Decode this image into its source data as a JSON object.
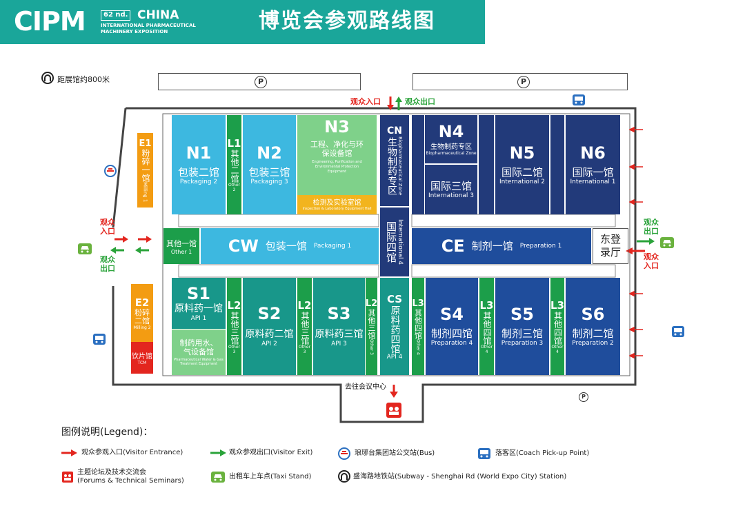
{
  "header": {
    "logo_word": "CIPM",
    "edition": "62 nd.",
    "country": "CHINA",
    "sub1": "INTERNATIONAL PHARMACEUTICAL",
    "sub2": "MACHINERY EXPOSITION",
    "title": "博览会参观路线图"
  },
  "subway_note": "距展馆约800米",
  "parking": "P",
  "entrance_label": "观众入口",
  "exit_label": "观众出口",
  "to_center": "去往会议中心",
  "halls": {
    "e1": {
      "code": "E1",
      "cn": "粉碎一馆",
      "en": "Milling 1"
    },
    "e2": {
      "code": "E2",
      "cn": "粉碎二馆",
      "en": "Milling 2"
    },
    "tcm": {
      "cn": "饮片馆",
      "en": "TCM"
    },
    "n1": {
      "code": "N1",
      "cn": "包装二馆",
      "en": "Packaging 2"
    },
    "l1": {
      "code": "L1",
      "cn": "其他二馆",
      "en": "Other 2"
    },
    "n2": {
      "code": "N2",
      "cn": "包装三馆",
      "en": "Packaging 3"
    },
    "n3": {
      "code": "N3",
      "cn": "工程、净化与环保设备馆",
      "en": "Engineering, Purification and Environmental Protection Equipment",
      "lab_cn": "检测及实验室馆",
      "lab_en": "Inspection & Laboratory Equipment Hall"
    },
    "cn": {
      "code": "CN",
      "cn": "生物制药专区",
      "en": "Biopharmaceutical Zone"
    },
    "n4": {
      "code": "N4",
      "cn": "生物制药专区",
      "en": "Biopharmaceutical Zone",
      "cn2": "国际三馆",
      "en2": "International 3"
    },
    "n5": {
      "code": "N5",
      "cn": "国际二馆",
      "en": "International 2"
    },
    "n6": {
      "code": "N6",
      "cn": "国际一馆",
      "en": "International 1"
    },
    "other1": {
      "cn": "其他一馆",
      "en": "Other 1"
    },
    "cw": {
      "code": "CW",
      "cn": "包装一馆",
      "en": "Packaging 1"
    },
    "intl4": {
      "cn": "国际四馆",
      "en": "International 4"
    },
    "ce": {
      "code": "CE",
      "cn": "制剂一馆",
      "en": "Preparation 1"
    },
    "east": {
      "cn": "东登录厅"
    },
    "s1": {
      "code": "S1",
      "cn": "原料药一馆",
      "en": "API 1",
      "water_cn": "制药用水、气设备馆",
      "water_en": "Pharmaceutical Water & Gas Treatment Equipment"
    },
    "l2": {
      "code": "L2",
      "cn": "其他三馆",
      "en": "Other 3"
    },
    "s2": {
      "code": "S2",
      "cn": "原料药二馆",
      "en": "API 2"
    },
    "s3": {
      "code": "S3",
      "cn": "原料药三馆",
      "en": "API 3"
    },
    "cs": {
      "code": "CS",
      "cn": "原料药四馆",
      "en": "API 4"
    },
    "l3": {
      "code": "L3",
      "cn": "其他四馆",
      "en": "Other 4"
    },
    "s4": {
      "code": "S4",
      "cn": "制剂四馆",
      "en": "Preparation 4"
    },
    "s5": {
      "code": "S5",
      "cn": "制剂三馆",
      "en": "Preparation 3"
    },
    "s6": {
      "code": "S6",
      "cn": "制剂二馆",
      "en": "Preparation 2"
    }
  },
  "legend": {
    "title": "图例说明(Legend)：",
    "entrance": "观众参观入口(Visitor Entrance)",
    "exit": "观众参观出口(Visitor Exit)",
    "bus": "琅琊台集团站公交站(Bus)",
    "coach": "落客区(Coach Pick-up Point)",
    "forum1": "主题论坛及技术交流会",
    "forum2": "(Forums & Technical Seminars)",
    "taxi": "出租车上车点(Taxi Stand)",
    "subway": "盛海路地铁站(Subway - Shenghai Rd (World Expo City) Station)"
  },
  "colors": {
    "entrance": "#e3261f",
    "exit": "#2aa33a",
    "header": "#1aa69a"
  }
}
